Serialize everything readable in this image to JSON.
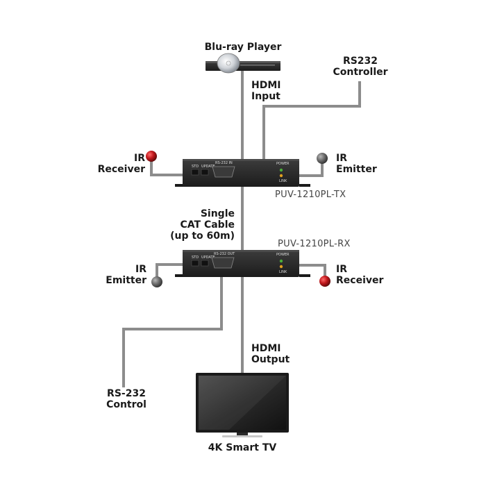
{
  "source_device": {
    "label": "Blu-ray Player",
    "icon": "bluray-player-icon"
  },
  "hdmi_input": {
    "line1": "HDMI",
    "line2": "Input"
  },
  "rs232_controller": {
    "line1": "RS232",
    "line2": "Controller"
  },
  "tx_unit": {
    "model": "PUV-1210PL-TX",
    "port_std": "STD",
    "port_update": "UPDATE",
    "port_rs232": "RS-232 IN",
    "led_power": "POWER",
    "led_link": "LINK"
  },
  "tx_ir_receiver": {
    "line1": "IR",
    "line2": "Receiver"
  },
  "tx_ir_emitter": {
    "line1": "IR",
    "line2": "Emitter"
  },
  "cat_cable": {
    "line1": "Single",
    "line2": "CAT Cable",
    "line3": "(up to 60m)"
  },
  "rx_unit": {
    "model": "PUV-1210PL-RX",
    "port_std": "STD",
    "port_update": "UPDATE",
    "port_rs232": "RS-232 OUT",
    "led_power": "POWER",
    "led_link": "LINK"
  },
  "rx_ir_emitter": {
    "line1": "IR",
    "line2": "Emitter"
  },
  "rx_ir_receiver": {
    "line1": "IR",
    "line2": "Receiver"
  },
  "hdmi_output": {
    "line1": "HDMI",
    "line2": "Output"
  },
  "rs232_control": {
    "line1": "RS-232",
    "line2": "Control"
  },
  "display": {
    "label": "4K Smart TV",
    "icon": "tv-icon"
  },
  "colors": {
    "cable": "#8c8c8c",
    "device": "#2b2b2b",
    "ir_receiver": "#c0181c",
    "ir_emitter": "#6e6e6e",
    "led_green": "#4caf3a",
    "led_amber": "#e0a020"
  }
}
